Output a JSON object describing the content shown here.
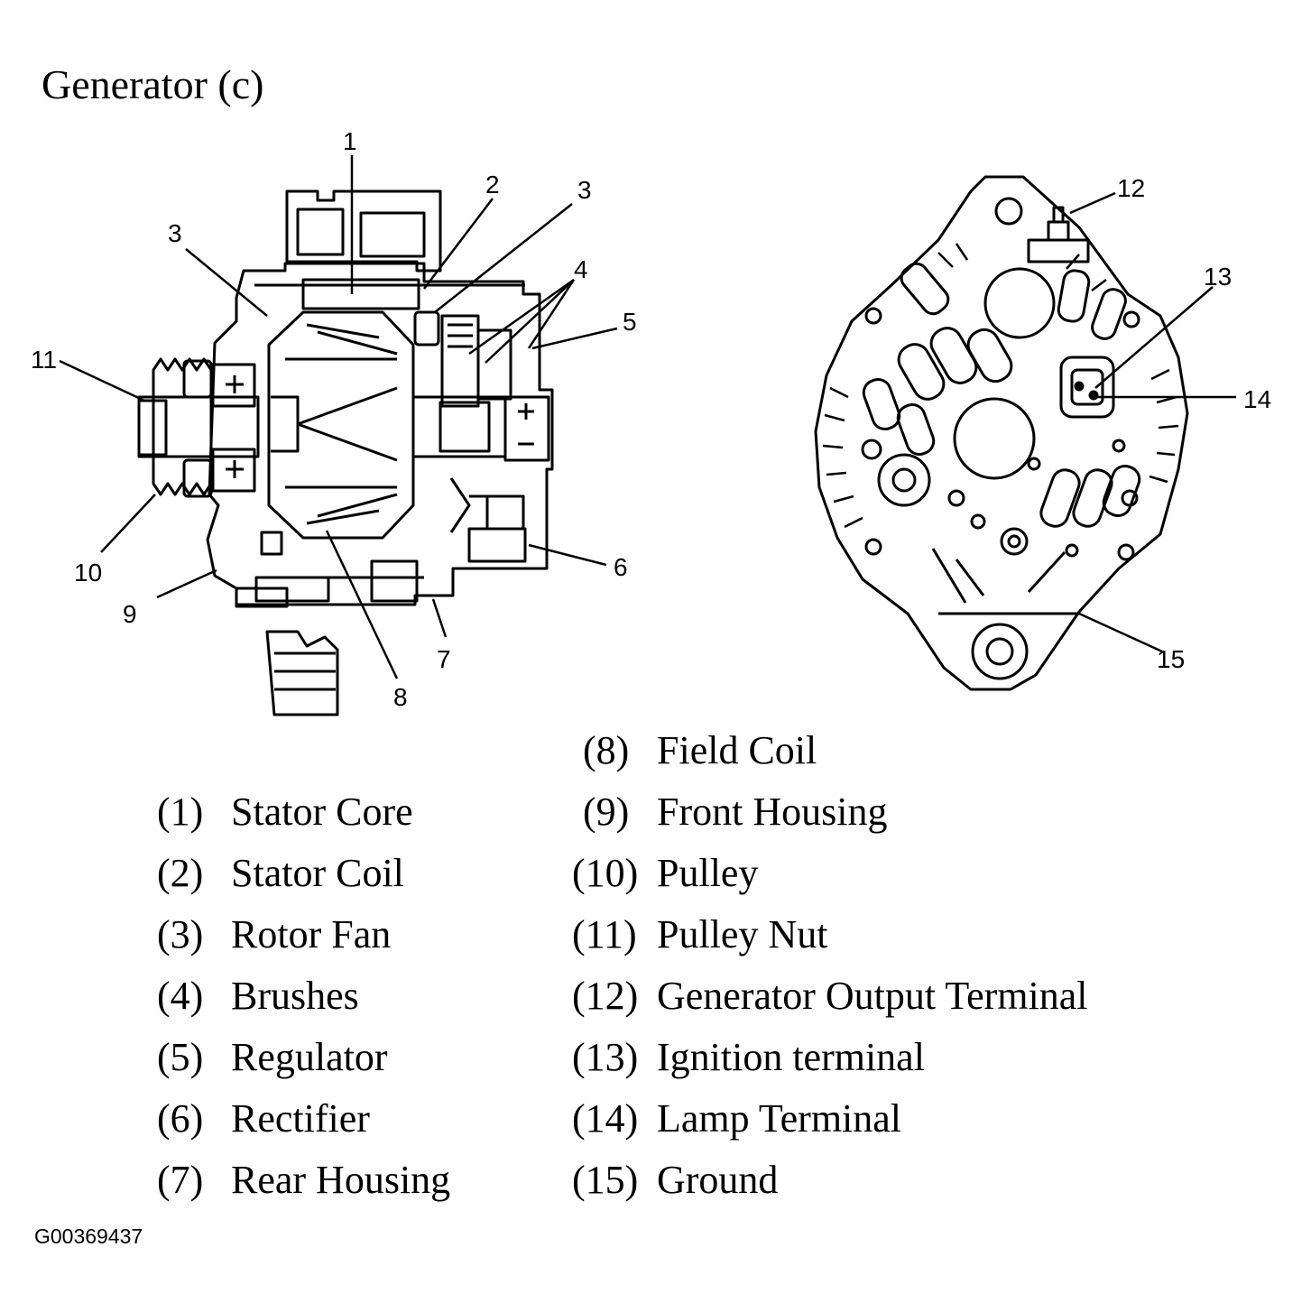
{
  "title": "Generator (c)",
  "figure_id": "G00369437",
  "callouts": {
    "c1": "1",
    "c2": "2",
    "c3a": "3",
    "c3b": "3",
    "c4": "4",
    "c5": "5",
    "c6": "6",
    "c7": "7",
    "c8": "8",
    "c9": "9",
    "c10": "10",
    "c11": "11",
    "c12": "12",
    "c13": "13",
    "c14": "14",
    "c15": "15"
  },
  "legend": [
    {
      "num": "(1)",
      "text": "Stator Core"
    },
    {
      "num": "(2)",
      "text": "Stator Coil"
    },
    {
      "num": "(3)",
      "text": "Rotor Fan"
    },
    {
      "num": "(4)",
      "text": "Brushes"
    },
    {
      "num": "(5)",
      "text": "Regulator"
    },
    {
      "num": "(6)",
      "text": "Rectifier"
    },
    {
      "num": "(7)",
      "text": "Rear Housing"
    },
    {
      "num": "(8)",
      "text": "Field Coil"
    },
    {
      "num": "(9)",
      "text": "Front Housing"
    },
    {
      "num": "(10)",
      "text": "Pulley"
    },
    {
      "num": "(11)",
      "text": "Pulley Nut"
    },
    {
      "num": "(12)",
      "text": "Generator Output Terminal"
    },
    {
      "num": "(13)",
      "text": "Ignition terminal"
    },
    {
      "num": "(14)",
      "text": "Lamp Terminal"
    },
    {
      "num": "(15)",
      "text": "Ground"
    }
  ]
}
